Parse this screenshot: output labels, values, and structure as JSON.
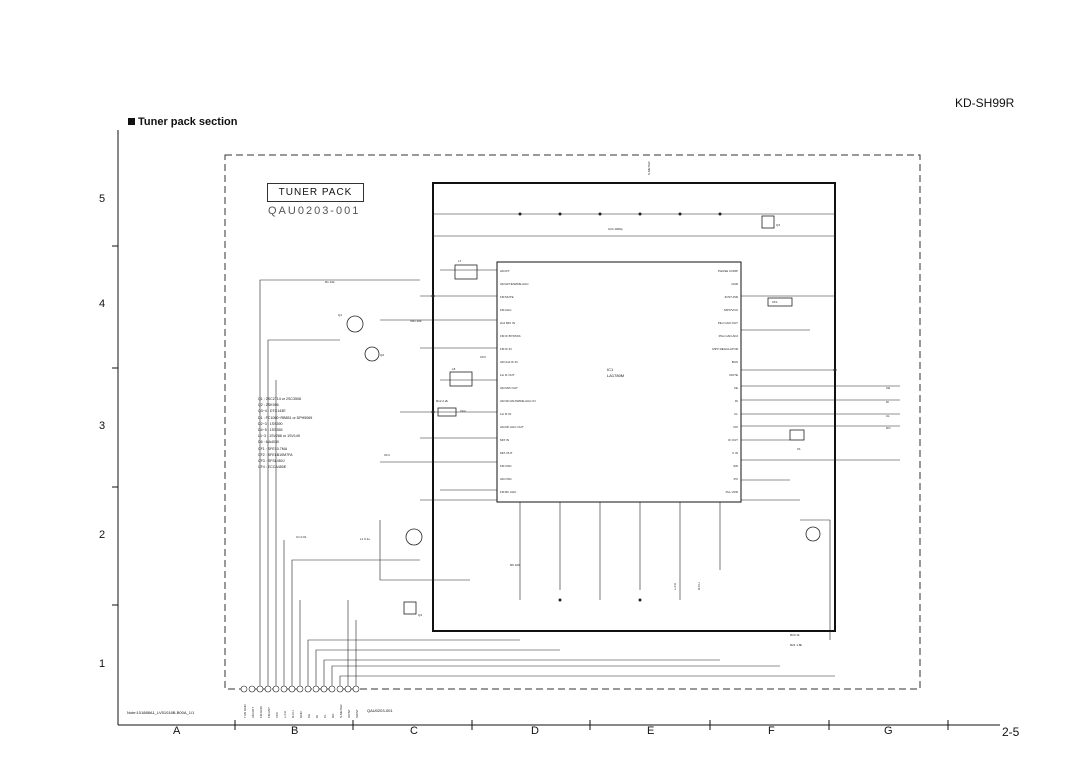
{
  "header": {
    "model": "KD-SH99R",
    "section_title": "Tuner pack section"
  },
  "grid": {
    "rows": [
      "5",
      "4",
      "3",
      "2",
      "1"
    ],
    "columns": [
      "A",
      "B",
      "C",
      "D",
      "E",
      "F",
      "G"
    ],
    "page_number": "2-5"
  },
  "schematic": {
    "block_title": "TUNER PACK",
    "block_part_number": "QAU0203-001",
    "ic": {
      "ref": "IC1",
      "part": "LA1780M"
    },
    "ic_left_pins": [
      "AM IFT",
      "AM AFTE/WIDE AGC",
      "FM MUTE",
      "FM AGC",
      "2nd MIX IN",
      "FM IF BYPASS",
      "FM IF IN",
      "AM 2nd IF IN",
      "1st IF OUT",
      "AM MIX OUT",
      "AM SD ADJ/WIDE AGC IN",
      "1st IF IN",
      "AM RF AGC OUT",
      "MIX IN",
      "MIX OUT",
      "FM OSC",
      "AM OSC",
      "FM RF AGC"
    ],
    "ic_right_pins": [
      "PHASE COMP",
      "GND",
      "IF/ST-IND",
      "MPX/VCO",
      "Pilot CAN OUT",
      "Pilot CAN ADJ",
      "MPX REGULATOR",
      "BUS",
      "MUTE",
      "CE",
      "DI",
      "CL",
      "DO",
      "IF OUT",
      "X IN",
      "SW",
      "PO",
      "PLL VDD"
    ],
    "connector_pins": [
      "TUN GND",
      "AM ANT",
      "FM GND",
      "FM ANT",
      "VCC",
      "L-CH",
      "R-CH",
      "GND",
      "CE",
      "DI",
      "CL",
      "DO",
      "S-METER",
      "IFCNT",
      "SD/ST"
    ],
    "connector_label": "QAU0203-001",
    "signal_labels": [
      "CE",
      "DI",
      "CL",
      "DO",
      "S-METER",
      "L-CH",
      "R-CH"
    ],
    "parts_list": [
      "Q1 : 2SC2714 or 2SC3508",
      "Q2 : 2SK596",
      "Q3~4 : DTC143E",
      "D1 : FC1060~RB851 or DPH5069",
      "D2~3 : 1SS390",
      "D4~5 : 1SS355",
      "L1~3 : 1SV288 or 1SV149",
      "D6 : MA4030",
      "CF1 : SFE10.7MA",
      "CF2 : SFELB10M7FA",
      "CF3 : SFSL450J",
      "CF4 : ECCA450E"
    ],
    "component_labels": [
      "R23 1k",
      "R21 1.8k",
      "R1 10k",
      "C1 0.01",
      "L1 0.1u",
      "R6 100",
      "C24 1000p",
      "R12 2.2k",
      "VR1 20k",
      "CF1",
      "CF2",
      "CF3",
      "CF4",
      "X1",
      "L7",
      "L8",
      "Q1",
      "Q2",
      "Q3",
      "Q4"
    ],
    "footnote": "Note:101888A1_LV51018B-B00A_1/1"
  }
}
